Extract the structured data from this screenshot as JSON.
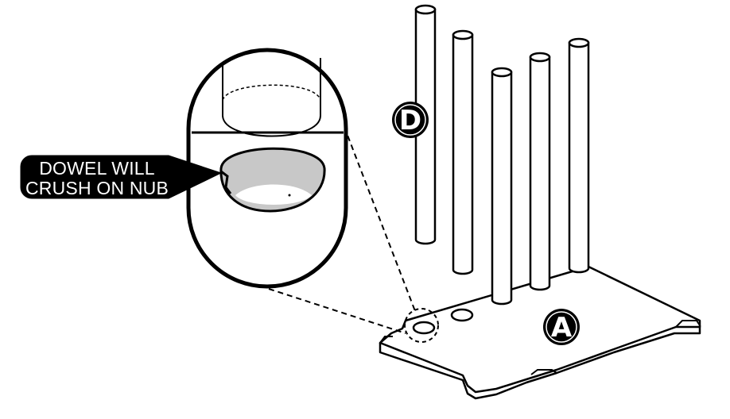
{
  "callout": {
    "line1": "DOWEL WILL",
    "line2": "CRUSH ON NUB"
  },
  "labels": {
    "dowel": "D",
    "base": "A"
  },
  "colors": {
    "ink": "#000000",
    "paper": "#ffffff",
    "hole_shade": "#c8c8c8"
  }
}
